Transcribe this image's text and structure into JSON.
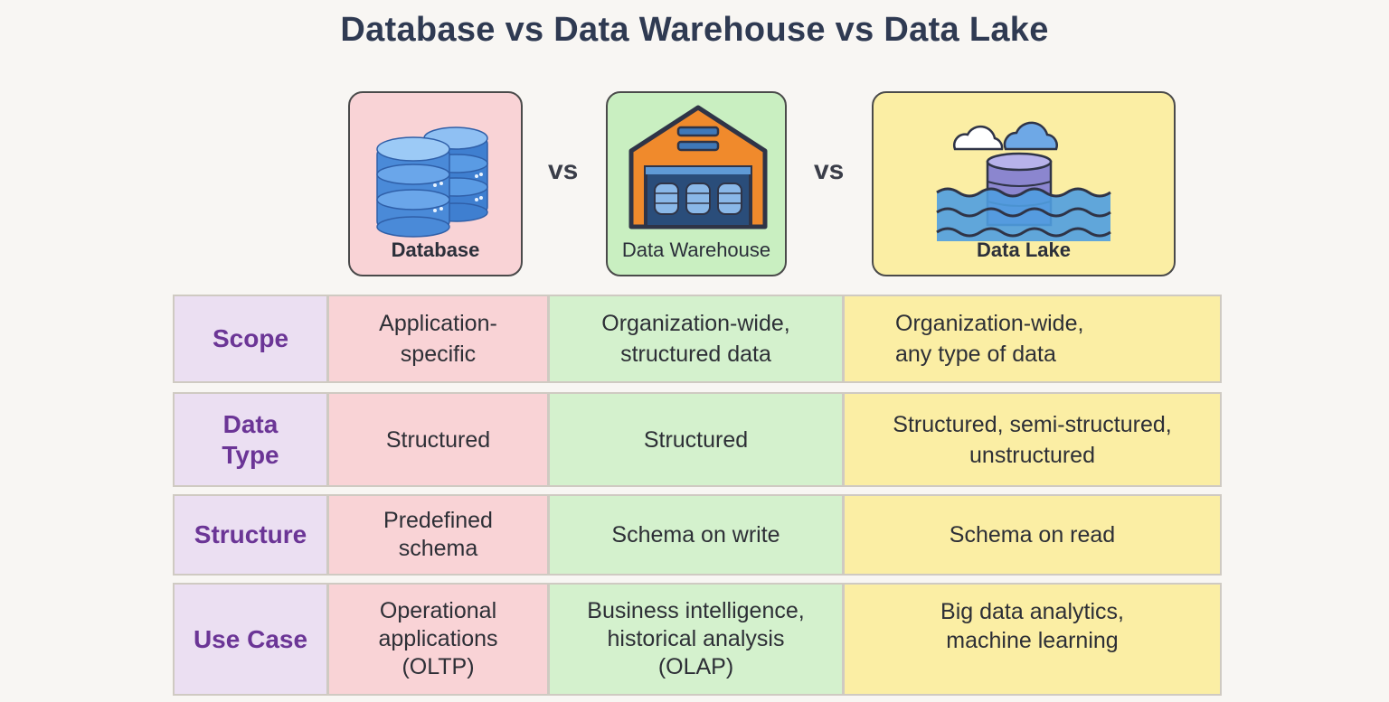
{
  "title": "Database vs Data Warehouse vs Data Lake",
  "separator": "vs",
  "cards": [
    {
      "label": "Database",
      "icon": "database-stack-icon",
      "color": "#f9d3d6"
    },
    {
      "label": "Data Warehouse",
      "icon": "warehouse-icon",
      "color": "#c9efc1"
    },
    {
      "label": "Data Lake",
      "icon": "lake-cylinder-icon",
      "color": "#fbeea4"
    }
  ],
  "rows": [
    {
      "header": "Scope",
      "database": "Application-\nspecific",
      "warehouse": "Organization-wide,\nstructured data",
      "lake": "Organization-wide,\nany type of data"
    },
    {
      "header": "Data\nType",
      "database": "Structured",
      "warehouse": "Structured",
      "lake": "Structured, semi-structured,\nunstructured"
    },
    {
      "header": "Structure",
      "database": "Predefined\nschema",
      "warehouse": "Schema on write",
      "lake": "Schema on read"
    },
    {
      "header": "Use Case",
      "database": "Operational\napplications\n(OLTP)",
      "warehouse": "Business intelligence,\nhistorical analysis\n(OLAP)",
      "lake": "Big data analytics,\nmachine learning"
    }
  ]
}
